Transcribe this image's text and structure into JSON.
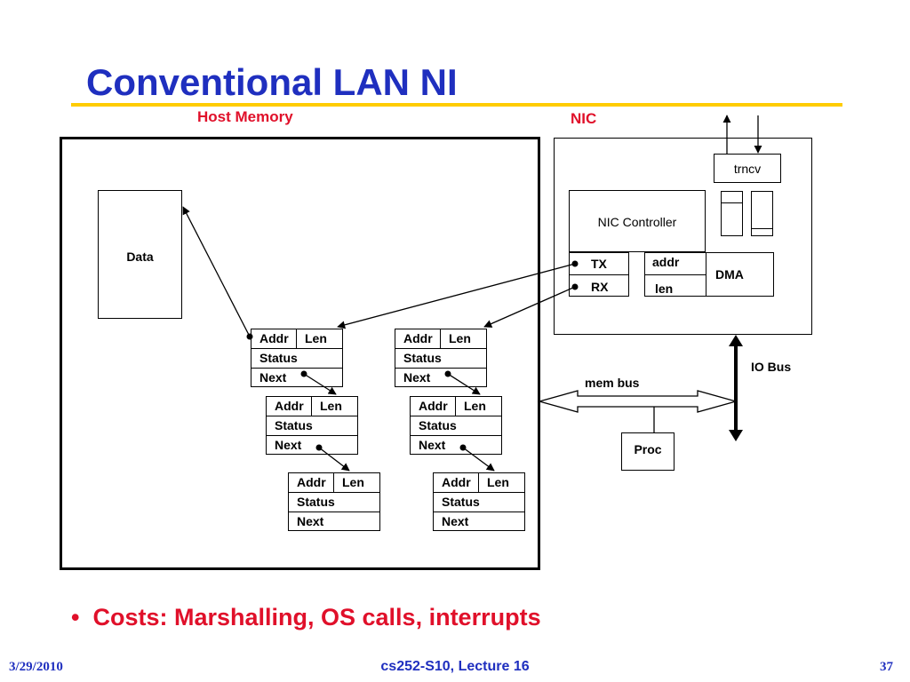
{
  "slide": {
    "title": "Conventional LAN NI",
    "bullet": "Costs: Marshalling, OS calls, interrupts",
    "footer": {
      "date": "3/29/2010",
      "course": "cs252-S10, Lecture 16",
      "page": "37"
    }
  },
  "host": {
    "label": "Host Memory",
    "data_label": "Data",
    "descriptor": {
      "addr": "Addr",
      "len": "Len",
      "status": "Status",
      "next": "Next"
    }
  },
  "nic": {
    "label": "NIC",
    "trncv": "trncv",
    "controller": "NIC Controller",
    "tx": "TX",
    "rx": "RX",
    "addr": "addr",
    "len": "len",
    "dma": "DMA"
  },
  "bus": {
    "io": "IO Bus",
    "mem": "mem bus",
    "proc": "Proc"
  },
  "colors": {
    "title": "#1f2fbf",
    "accent": "#e0102a",
    "rule": "#ffcc00"
  }
}
